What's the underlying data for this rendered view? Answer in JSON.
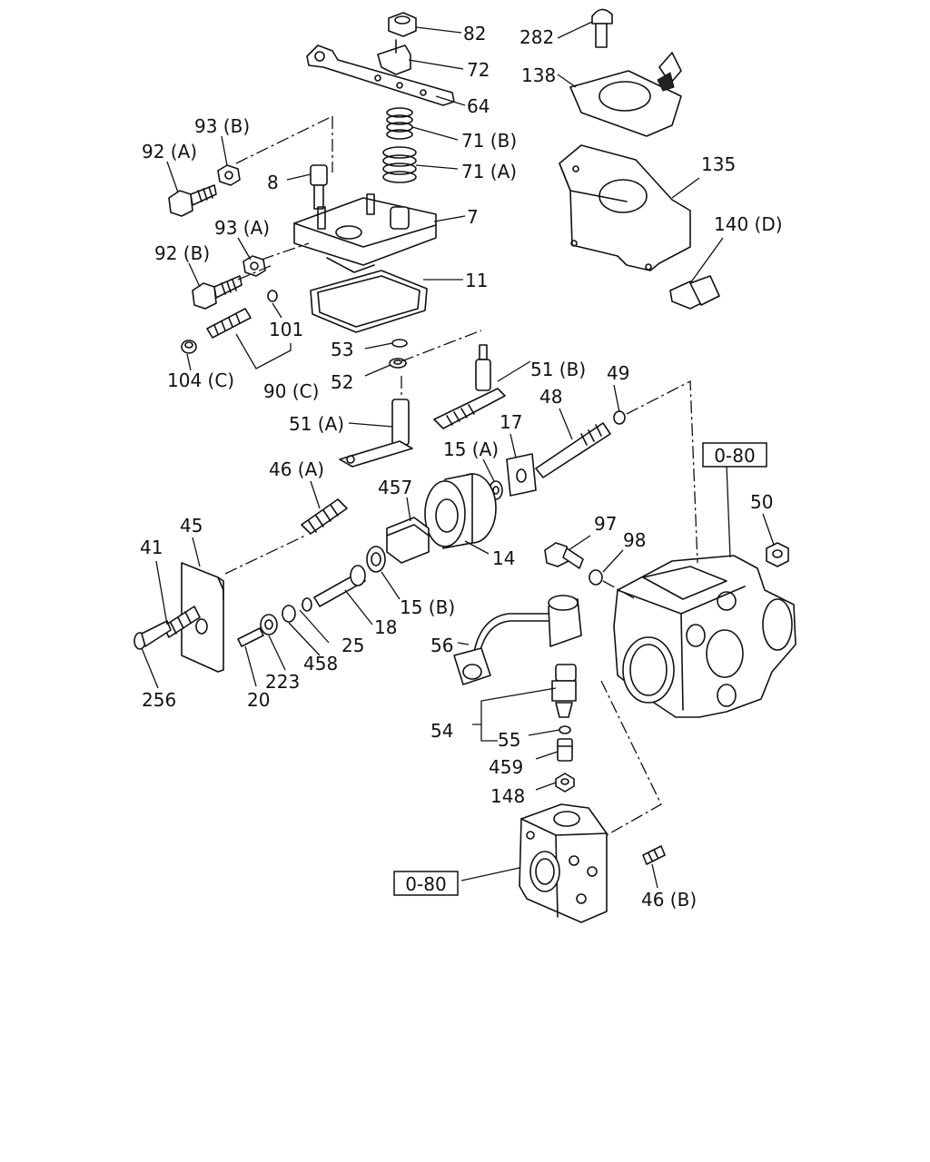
{
  "callouts": {
    "c82": "82",
    "c72": "72",
    "c64": "64",
    "c282": "282",
    "c138": "138",
    "c71b": "71 (B)",
    "c71a": "71 (A)",
    "c93b": "93 (B)",
    "c92a": "92 (A)",
    "c8": "8",
    "c7": "7",
    "c135": "135",
    "c93a": "93 (A)",
    "c92b": "92 (B)",
    "c140d": "140 (D)",
    "c11": "11",
    "c101": "101",
    "c53": "53",
    "c52": "52",
    "c104c": "104 (C)",
    "c90c": "90 (C)",
    "c51b": "51 (B)",
    "c49": "49",
    "c48": "48",
    "c51a": "51 (A)",
    "c17": "17",
    "c15a": "15 (A)",
    "c46a": "46 (A)",
    "c457": "457",
    "c50": "50",
    "c45": "45",
    "c97": "97",
    "c98": "98",
    "c41": "41",
    "c14": "14",
    "c15b": "15 (B)",
    "c18": "18",
    "c56": "56",
    "c25": "25",
    "c458": "458",
    "c223": "223",
    "c20": "20",
    "c256": "256",
    "c54": "54",
    "c55": "55",
    "c459": "459",
    "c148": "148",
    "c46b": "46 (B)"
  },
  "refs": {
    "ref_top": "0-80",
    "ref_bottom": "0-80"
  }
}
